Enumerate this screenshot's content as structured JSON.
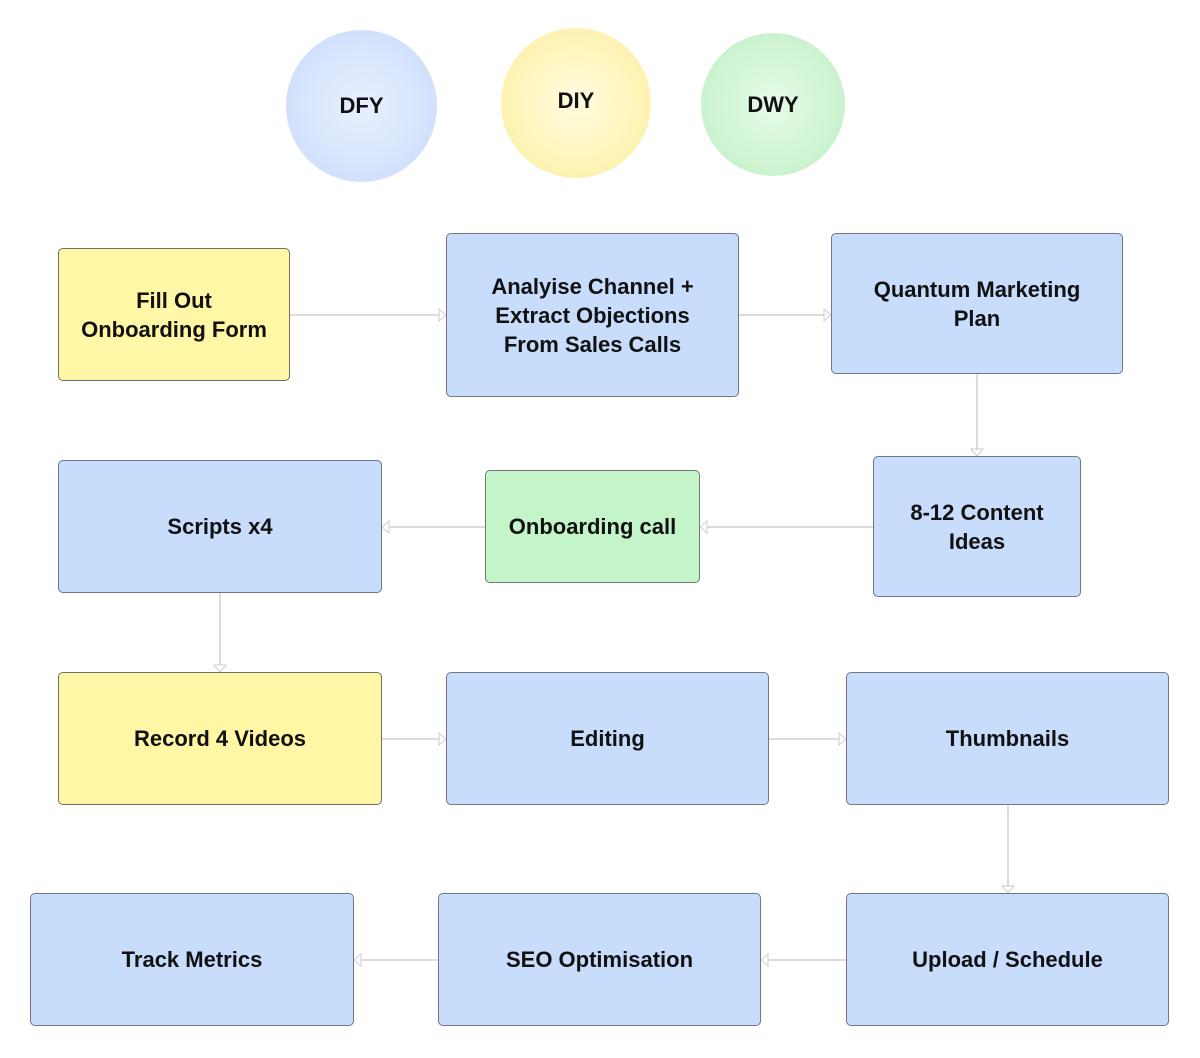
{
  "legend": [
    {
      "id": "dfy",
      "label": "DFY",
      "color": "#c8dcfc"
    },
    {
      "id": "diy",
      "label": "DIY",
      "color": "#fff6a6"
    },
    {
      "id": "dwy",
      "label": "DWY",
      "color": "#c3f5c9"
    }
  ],
  "nodes": [
    {
      "id": "fill-out-onboarding-form",
      "label": "Fill Out\nOnboarding Form",
      "category": "DIY"
    },
    {
      "id": "analyse-channel",
      "label": "Analyise Channel +\nExtract Objections\nFrom Sales Calls",
      "category": "DFY"
    },
    {
      "id": "quantum-marketing-plan",
      "label": "Quantum Marketing\nPlan",
      "category": "DFY"
    },
    {
      "id": "content-ideas",
      "label": "8-12 Content\nIdeas",
      "category": "DFY"
    },
    {
      "id": "onboarding-call",
      "label": "Onboarding call",
      "category": "DWY"
    },
    {
      "id": "scripts",
      "label": "Scripts x4",
      "category": "DFY"
    },
    {
      "id": "record-videos",
      "label": "Record 4 Videos",
      "category": "DIY"
    },
    {
      "id": "editing",
      "label": "Editing",
      "category": "DFY"
    },
    {
      "id": "thumbnails",
      "label": "Thumbnails",
      "category": "DFY"
    },
    {
      "id": "upload-schedule",
      "label": "Upload / Schedule",
      "category": "DFY"
    },
    {
      "id": "seo-optimisation",
      "label": "SEO Optimisation",
      "category": "DFY"
    },
    {
      "id": "track-metrics",
      "label": "Track Metrics",
      "category": "DFY"
    }
  ],
  "edges": [
    {
      "from": "fill-out-onboarding-form",
      "to": "analyse-channel"
    },
    {
      "from": "analyse-channel",
      "to": "quantum-marketing-plan"
    },
    {
      "from": "quantum-marketing-plan",
      "to": "content-ideas"
    },
    {
      "from": "content-ideas",
      "to": "onboarding-call"
    },
    {
      "from": "onboarding-call",
      "to": "scripts"
    },
    {
      "from": "scripts",
      "to": "record-videos"
    },
    {
      "from": "record-videos",
      "to": "editing"
    },
    {
      "from": "editing",
      "to": "thumbnails"
    },
    {
      "from": "thumbnails",
      "to": "upload-schedule"
    },
    {
      "from": "upload-schedule",
      "to": "seo-optimisation"
    },
    {
      "from": "seo-optimisation",
      "to": "track-metrics"
    }
  ]
}
